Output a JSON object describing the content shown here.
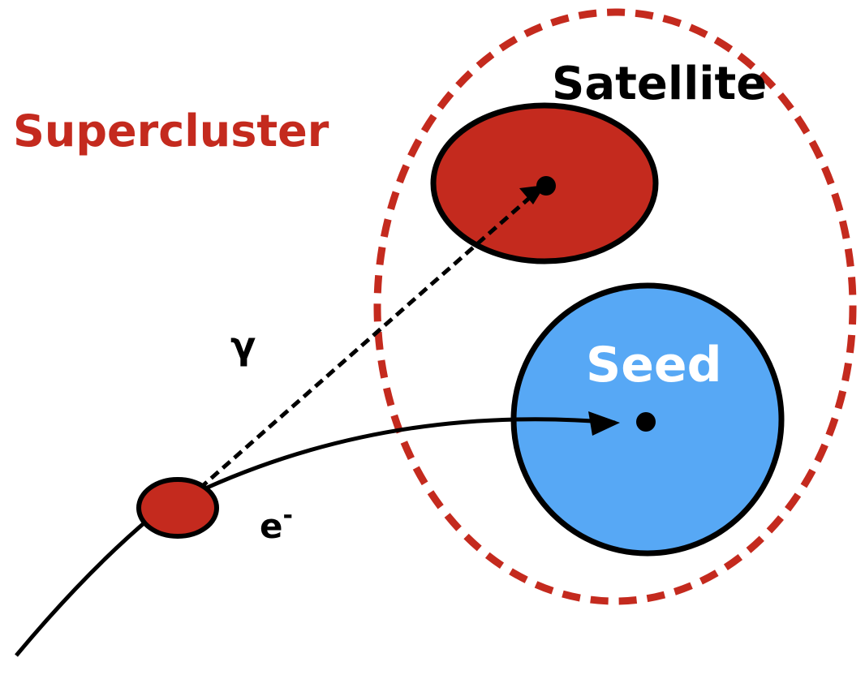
{
  "labels": {
    "supercluster": "Supercluster",
    "satellite": "Satellite",
    "seed": "Seed",
    "photon": "γ",
    "electron_base": "e",
    "electron_sup": "-"
  },
  "colors": {
    "supercluster_red": "#c42a1e",
    "satellite_fill": "#c42a1e",
    "seed_fill": "#57a8f5",
    "stroke": "#000000",
    "seed_text": "#ffffff"
  }
}
